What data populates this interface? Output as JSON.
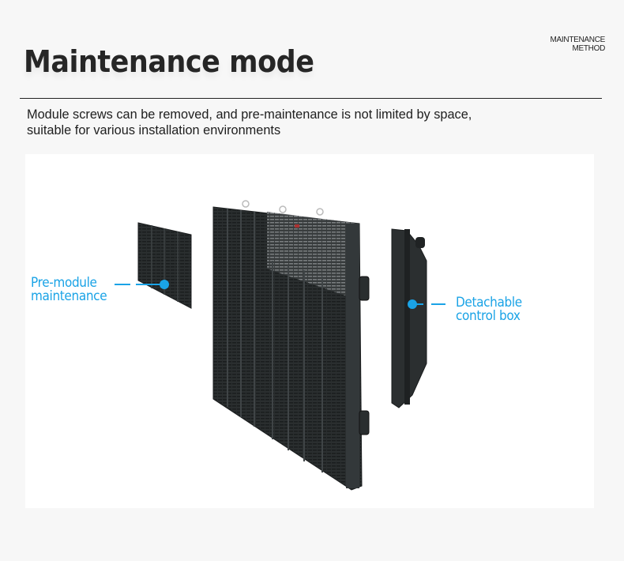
{
  "header": {
    "title": "Maintenance mode",
    "tag_line1": "MAINTENANCE",
    "tag_line2": "METHOD"
  },
  "description": {
    "line1": "Module screws can be removed, and pre-maintenance is not limited by space,",
    "line2": "suitable for various installation environments"
  },
  "illustration": {
    "callouts": [
      {
        "line1": "Pre-module",
        "line2": "maintenance"
      },
      {
        "line1": "Detachable",
        "line2": "control box"
      }
    ],
    "accent_color": "#1aa3e6",
    "product_color": "#2b2f30"
  }
}
